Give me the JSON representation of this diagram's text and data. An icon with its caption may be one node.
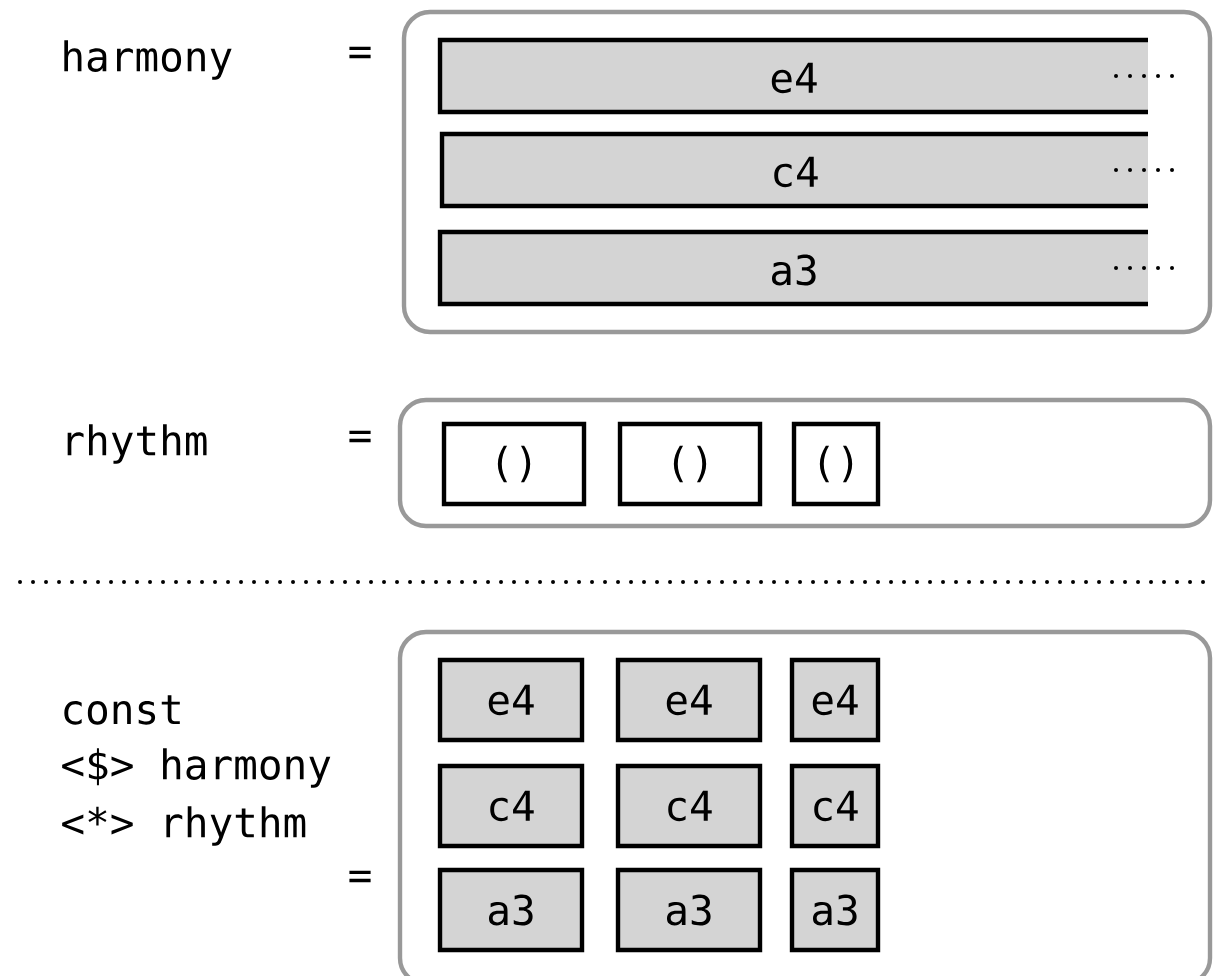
{
  "diagram": {
    "nodes": [
      {
        "text": [],
        "shape": "box"
      },
      {
        "text": [
          "e4"
        ],
        "in": 0
      },
      {
        "text": [
          "c4"
        ],
        "in": 0
      },
      {
        "text": [
          "a3"
        ],
        "in": 0
      },
      {
        "text": [],
        "shape": "box"
      },
      {
        "text": [
          "()"
        ],
        "in": 4
      },
      {
        "text": [
          "()"
        ],
        "in": 4
      },
      {
        "text": [
          "()"
        ],
        "in": 4
      },
      {
        "text": [],
        "shape": "box"
      },
      {
        "text": [
          "e4"
        ],
        "in": 8
      },
      {
        "text": [
          "e4"
        ],
        "in": 8
      },
      {
        "text": [
          "e4"
        ],
        "in": 8
      },
      {
        "text": [
          "c4"
        ],
        "in": 8
      },
      {
        "text": [
          "c4"
        ],
        "in": 8
      },
      {
        "text": [
          "c4"
        ],
        "in": 8
      },
      {
        "text": [
          "a3"
        ],
        "in": 8
      },
      {
        "text": [
          "a3"
        ],
        "in": 8
      },
      {
        "text": [
          "a3"
        ],
        "in": 8
      }
    ],
    "labels": [
      "harmony",
      "=",
      "rhythm",
      "=",
      "const",
      "<$> harmony",
      "<*> rhythm",
      "="
    ]
  }
}
